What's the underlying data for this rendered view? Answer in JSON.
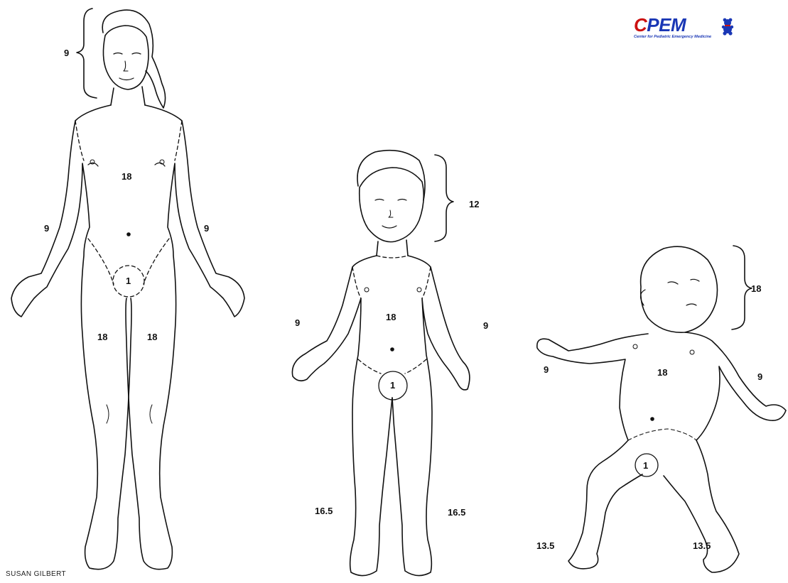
{
  "logo": {
    "text": "CPEM",
    "subtitle": "Center for Pediatric Emergency Medicine",
    "colors": {
      "primary": "#1a37b5",
      "accent": "#cc1111"
    },
    "icon": "teddy-bear-icon"
  },
  "credit": "SUSAN GILBERT",
  "figures": {
    "adult": {
      "head": "9",
      "trunk": "18",
      "left_arm": "9",
      "right_arm": "9",
      "genitalia": "1",
      "left_leg": "18",
      "right_leg": "18"
    },
    "child": {
      "head": "12",
      "trunk": "18",
      "left_arm": "9",
      "right_arm": "9",
      "genitalia": "1",
      "left_leg": "16.5",
      "right_leg": "16.5"
    },
    "infant": {
      "head": "18",
      "trunk": "18",
      "left_arm": "9",
      "right_arm": "9",
      "genitalia": "1",
      "left_leg": "13.5",
      "right_leg": "13.5"
    }
  }
}
